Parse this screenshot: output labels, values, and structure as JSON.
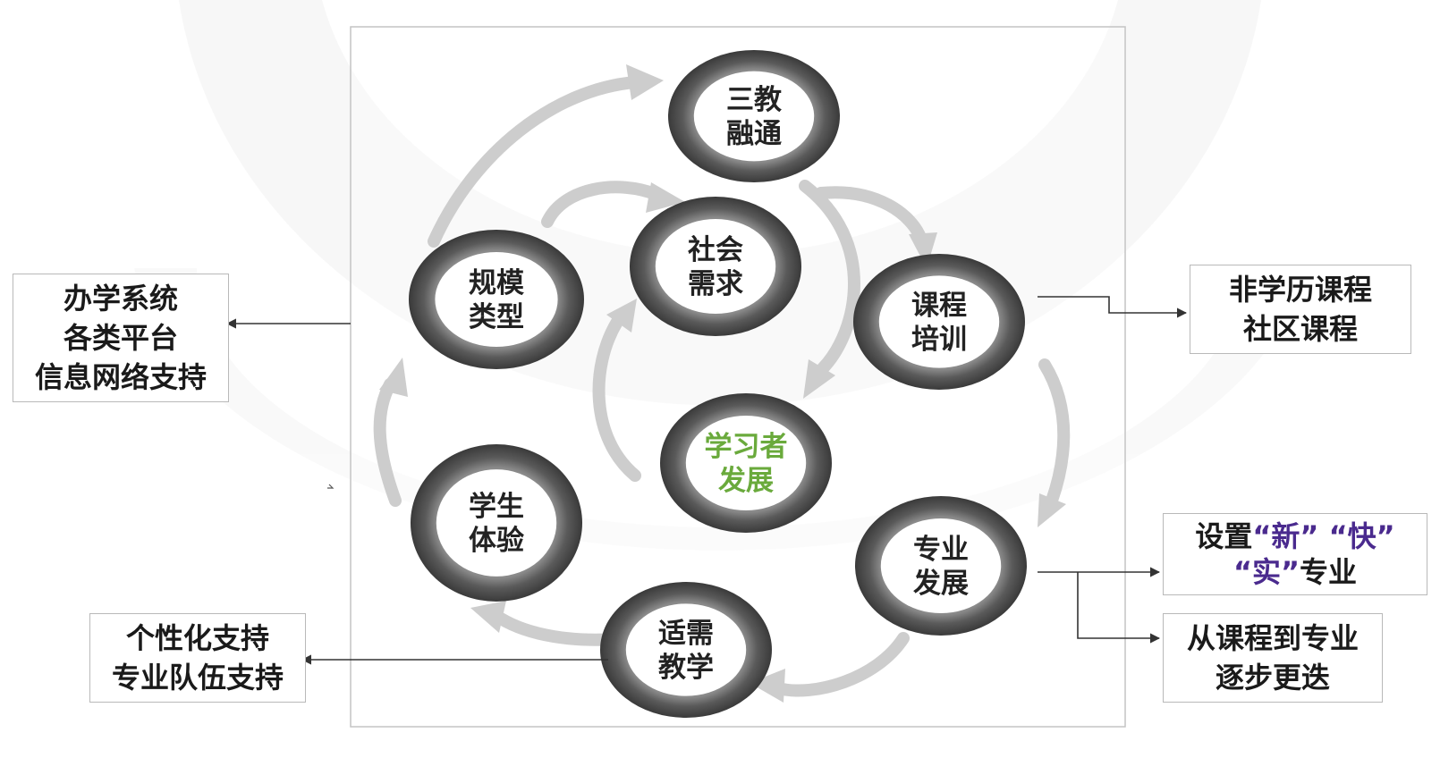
{
  "rings": [
    {
      "id": "sanjiao",
      "lines": [
        "三教",
        "融通"
      ],
      "accent": false
    },
    {
      "id": "shehui",
      "lines": [
        "社会",
        "需求"
      ],
      "accent": false
    },
    {
      "id": "kecheng",
      "lines": [
        "课程",
        "培训"
      ],
      "accent": false
    },
    {
      "id": "guimo",
      "lines": [
        "规模",
        "类型"
      ],
      "accent": false
    },
    {
      "id": "xuexizhe",
      "lines": [
        "学习者",
        "发展"
      ],
      "accent": true
    },
    {
      "id": "xuesheng",
      "lines": [
        "学生",
        "体验"
      ],
      "accent": false
    },
    {
      "id": "zhuanye",
      "lines": [
        "专业",
        "发展"
      ],
      "accent": false
    },
    {
      "id": "shixu",
      "lines": [
        "适需",
        "教学"
      ],
      "accent": false
    }
  ],
  "side_boxes": {
    "left_system": [
      "办学系统",
      "各类平台",
      "信息网络支持"
    ],
    "left_support": [
      "个性化支持",
      "专业队伍支持"
    ],
    "right_courses": [
      "非学历课程",
      "社区课程"
    ],
    "right_setup": {
      "prefix": "设置",
      "q1": "“新”",
      "q2": "“快”",
      "q3": "“实”",
      "suffix": "专业"
    },
    "right_progress": [
      "从课程到专业",
      "逐步更迭"
    ]
  },
  "colors": {
    "ring_dark": "#4a4a4a",
    "ring_light": "#9a9a9a",
    "arrow": "#cdcdcd",
    "label": "#222222",
    "accent_green": "#6aaa3c",
    "accent_purple": "#4a2a8e"
  }
}
